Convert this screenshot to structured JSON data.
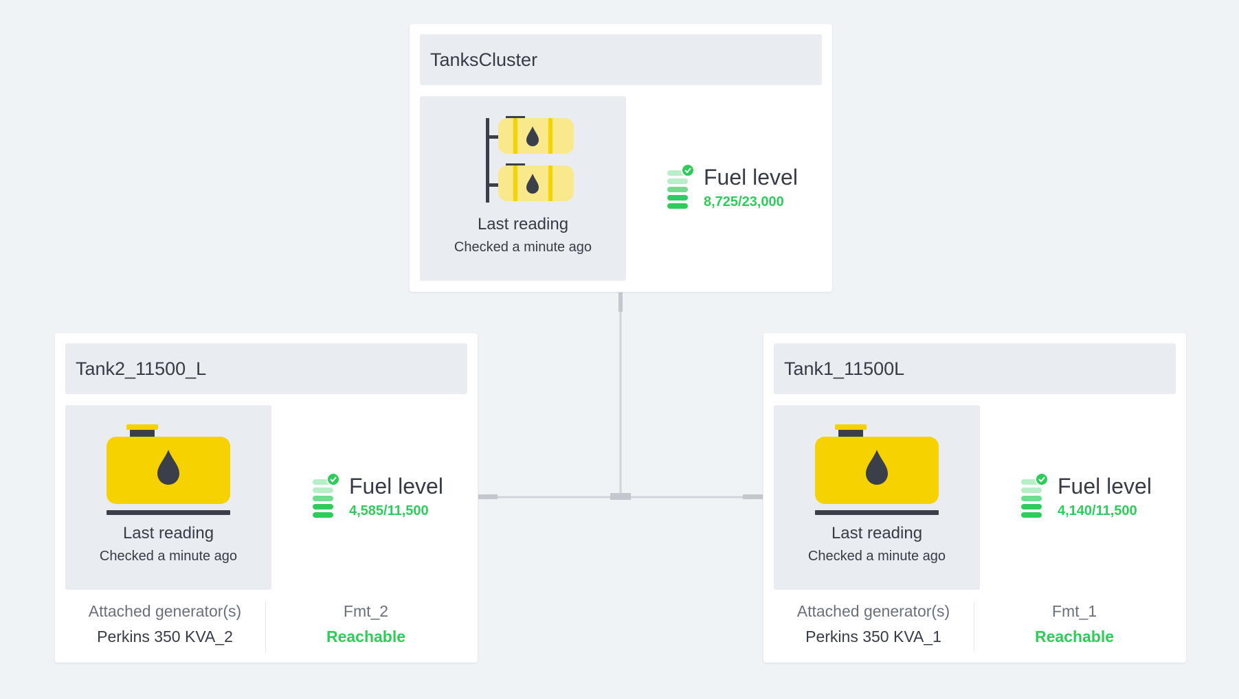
{
  "colors": {
    "background": "#f0f3f6",
    "tank_yellow": "#f5d200",
    "tank_light_yellow": "#fae98a",
    "dark": "#3a3f49",
    "green": "#2ecc5a",
    "light_green": "#b8eec8",
    "connector": "#cfd4da"
  },
  "cluster": {
    "title": "TanksCluster",
    "icon": "tank-cluster-icon",
    "last_reading_label": "Last reading",
    "checked": "Checked a minute ago",
    "fuel_label": "Fuel level",
    "fuel_value": "8,725/23,000",
    "fuel_icon": "fuel-level-check-icon"
  },
  "tanks": [
    {
      "title": "Tank2_11500_L",
      "icon": "fuel-tank-icon",
      "last_reading_label": "Last reading",
      "checked": "Checked a minute ago",
      "fuel_label": "Fuel level",
      "fuel_value": "4,585/11,500",
      "generator_label": "Attached generator(s)",
      "generator_value": "Perkins 350 KVA_2",
      "device_label": "Fmt_2",
      "device_status": "Reachable"
    },
    {
      "title": "Tank1_11500L",
      "icon": "fuel-tank-icon",
      "last_reading_label": "Last reading",
      "checked": "Checked a minute ago",
      "fuel_label": "Fuel level",
      "fuel_value": "4,140/11,500",
      "generator_label": "Attached generator(s)",
      "generator_value": "Perkins 350 KVA_1",
      "device_label": "Fmt_1",
      "device_status": "Reachable"
    }
  ]
}
